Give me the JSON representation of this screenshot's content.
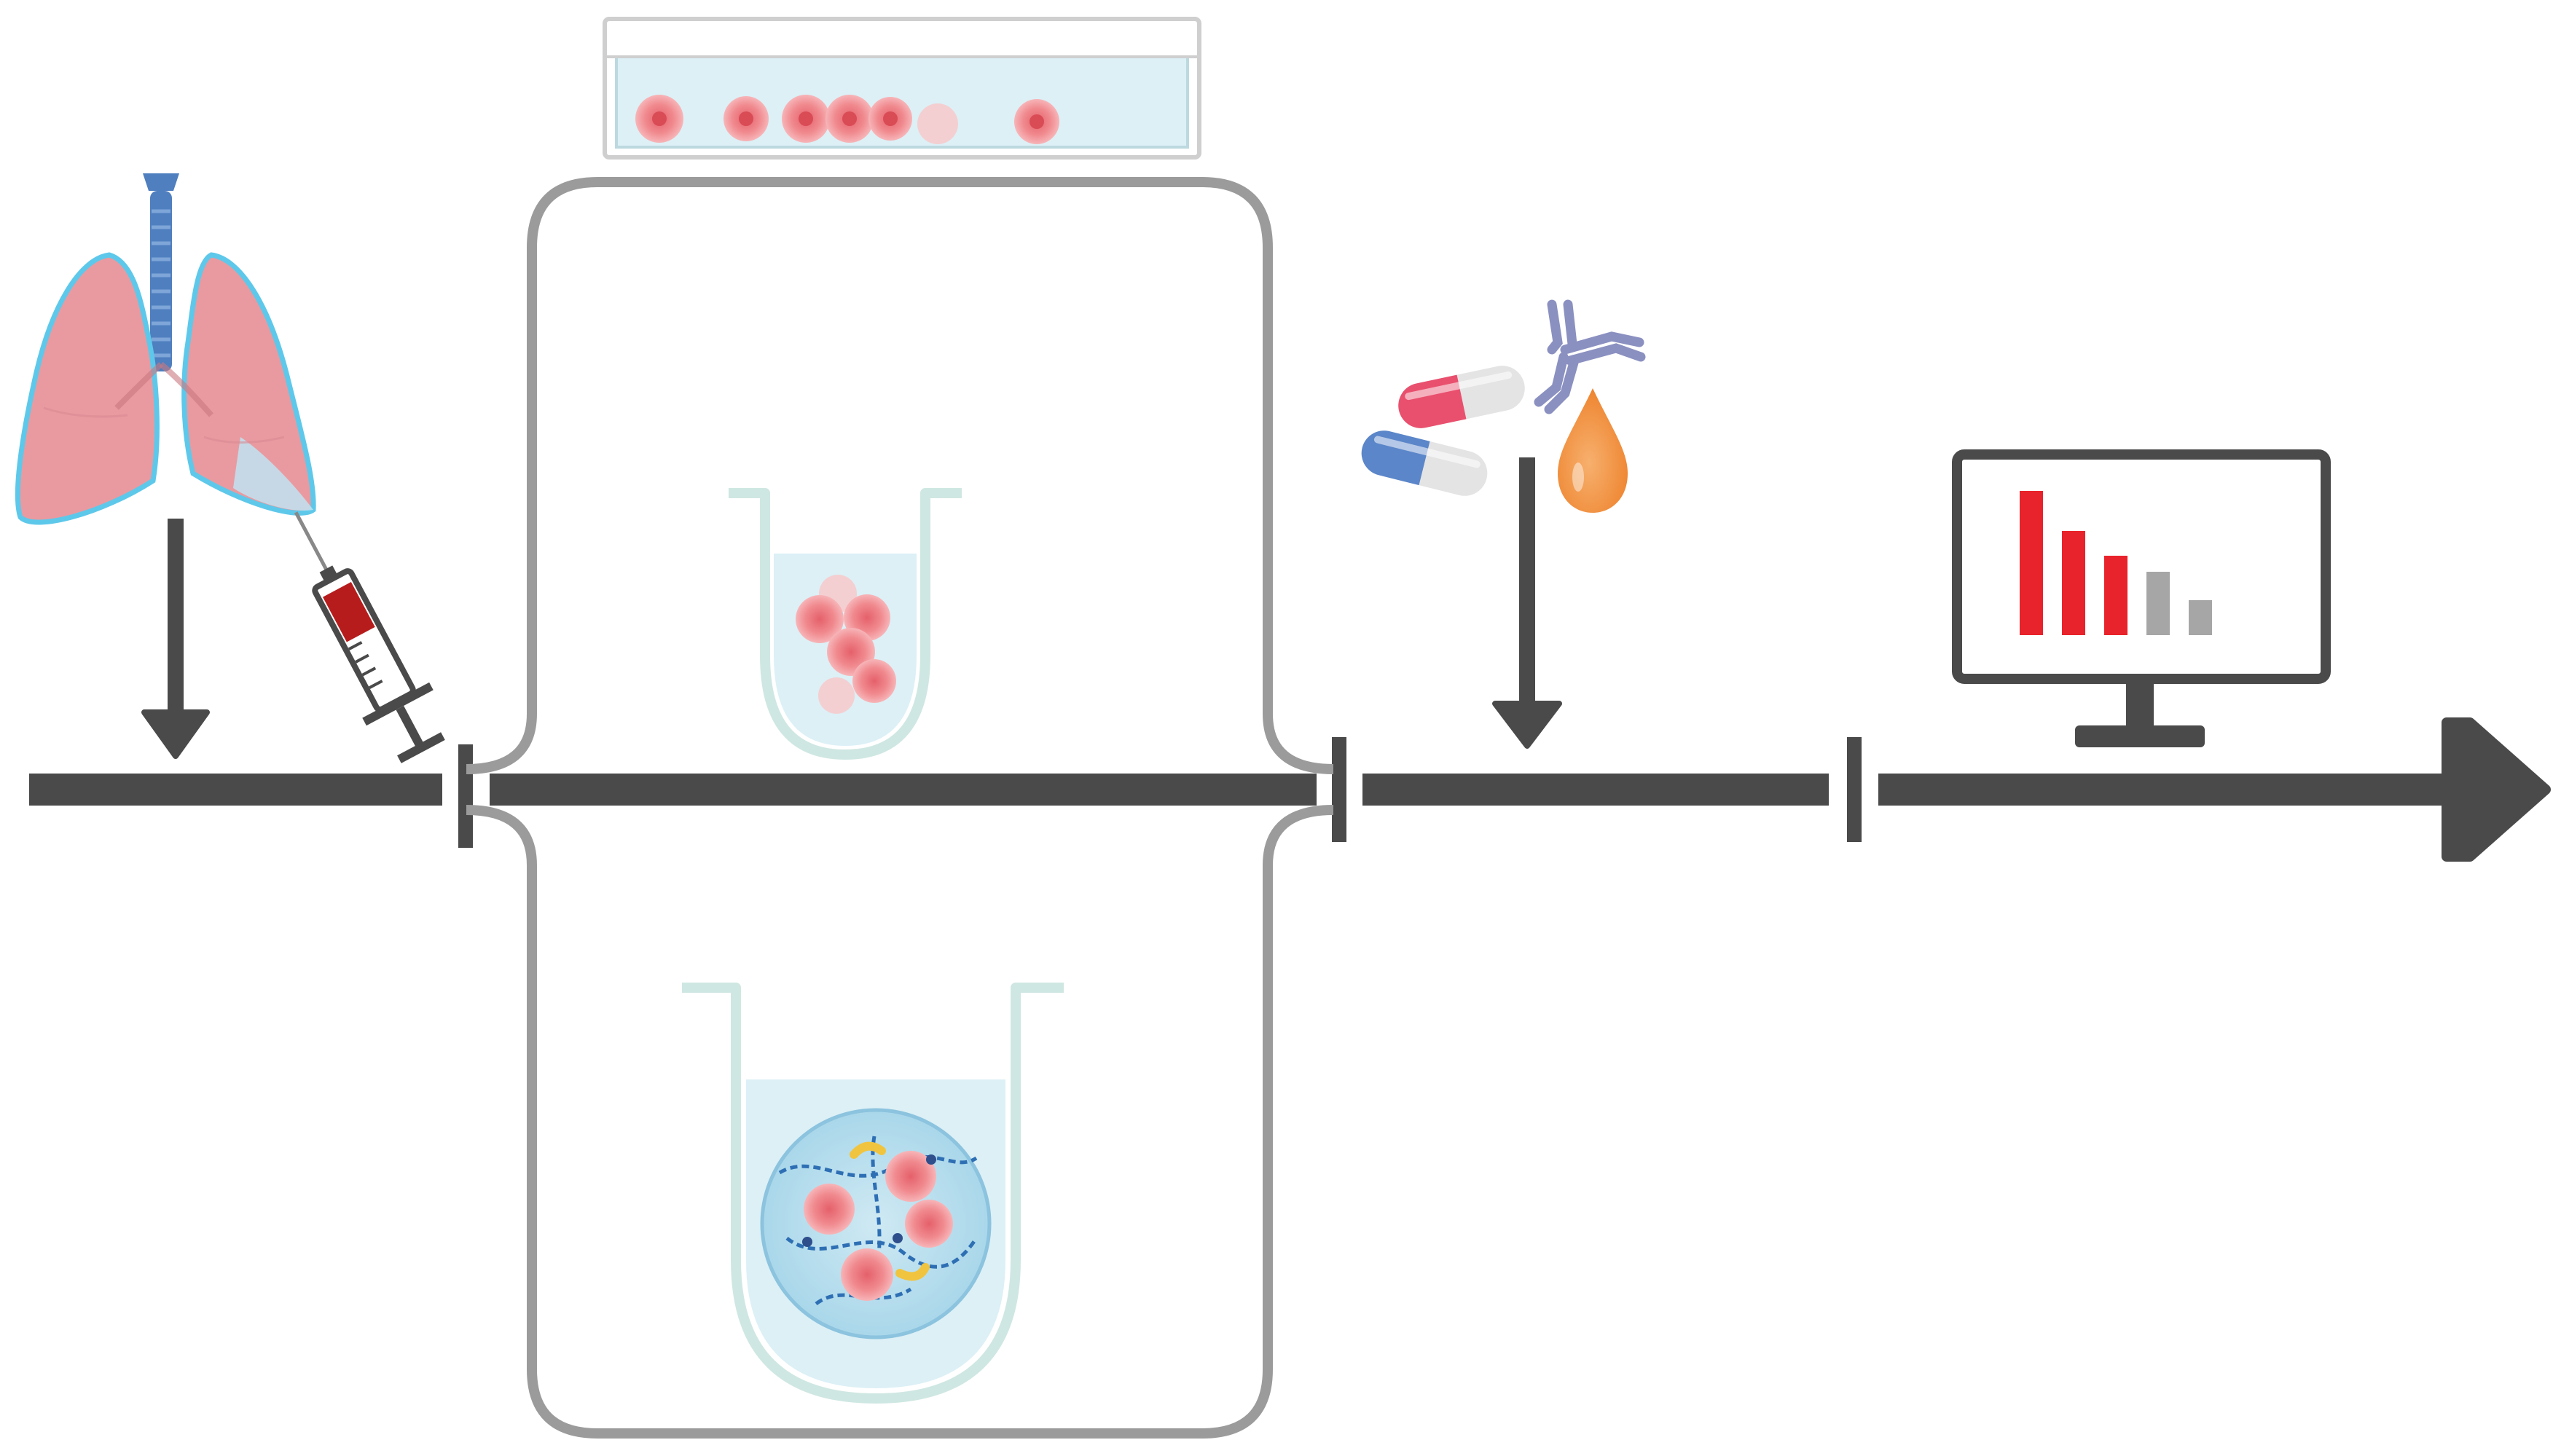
{
  "diagram": {
    "stages": [
      {
        "id": "sampling",
        "icons": [
          "lungs-icon",
          "syringe-icon"
        ]
      },
      {
        "id": "culture",
        "icons": [
          "petri-dish-icon",
          "spheroid-well-icon",
          "organoid-well-icon"
        ]
      },
      {
        "id": "treatment",
        "icons": [
          "capsule-pill-icon",
          "antibody-icon",
          "drop-icon"
        ]
      },
      {
        "id": "readout",
        "icons": [
          "monitor-icon",
          "bar-chart-icon"
        ]
      }
    ],
    "readout_bars": [
      {
        "value": 1.0,
        "color": "#e8232b"
      },
      {
        "value": 0.72,
        "color": "#e8232b"
      },
      {
        "value": 0.55,
        "color": "#e8232b"
      },
      {
        "value": 0.44,
        "color": "#a6a6a6"
      },
      {
        "value": 0.24,
        "color": "#a6a6a6"
      }
    ],
    "colors": {
      "timeline": "#4a4a4a",
      "bracket": "#9b9b9b",
      "lung_fill": "#e99aa0",
      "lung_outline": "#5ec8ea",
      "trachea": "#4f7fbf",
      "cell": "#f08a8f",
      "medium": "#dcf0f6",
      "well": "#cfe7e2",
      "pill_pink": "#e9506e",
      "pill_blue": "#5b86c9",
      "antibody": "#8a90c0",
      "drop": "#f08d3a",
      "bar_red": "#e8232b",
      "bar_gray": "#a6a6a6"
    }
  }
}
